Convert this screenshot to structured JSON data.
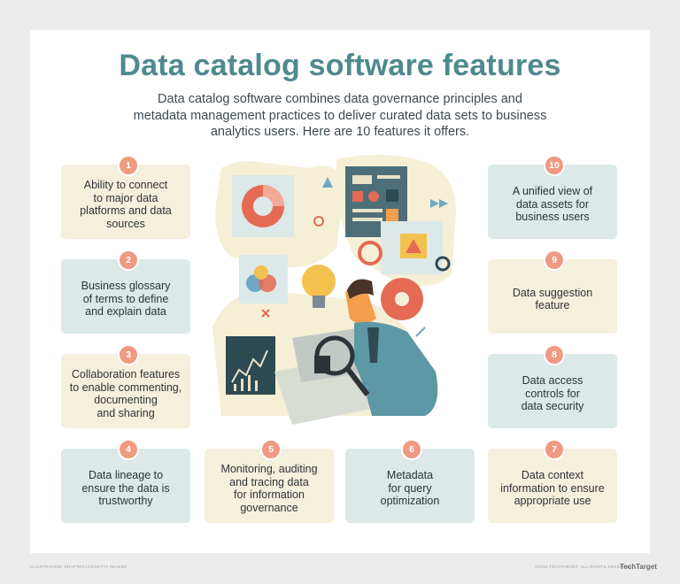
{
  "header": {
    "title": "Data catalog software features",
    "subtitle": "Data catalog software combines data governance principles and metadata management practices to deliver curated data sets to business analytics users. Here are 10 features it offers."
  },
  "features": [
    {
      "number": "1",
      "text": "Ability to connect\nto major data\nplatforms and data\nsources"
    },
    {
      "number": "2",
      "text": "Business glossary\nof terms to define\nand explain data"
    },
    {
      "number": "3",
      "text": "Collaboration features\nto enable commenting,\ndocumenting\nand sharing"
    },
    {
      "number": "4",
      "text": "Data lineage to\nensure the data is\ntrustworthy"
    },
    {
      "number": "5",
      "text": "Monitoring, auditing\nand tracing data\nfor information\ngovernance"
    },
    {
      "number": "6",
      "text": "Metadata\nfor query\noptimization"
    },
    {
      "number": "7",
      "text": "Data context\ninformation to ensure\nappropriate use"
    },
    {
      "number": "8",
      "text": "Data access\ncontrols for\ndata security"
    },
    {
      "number": "9",
      "text": "Data suggestion\nfeature"
    },
    {
      "number": "10",
      "text": "A unified view of\ndata assets for\nbusiness users"
    }
  ],
  "footer": {
    "credit_left": "ILLUSTRATION: DRAFTER123/GETTY IMAGES",
    "credit_right": "©2021 TECHTARGET. ALL RIGHTS RESERVED.",
    "logo": "TechTarget"
  },
  "colors": {
    "title": "#4e8a8e",
    "cream_box": "#f5f0dc",
    "teal_box": "#dce9e8",
    "badge": "#ef9a82"
  },
  "illustration": {
    "icon": "analyst-with-magnifier-illustration"
  }
}
